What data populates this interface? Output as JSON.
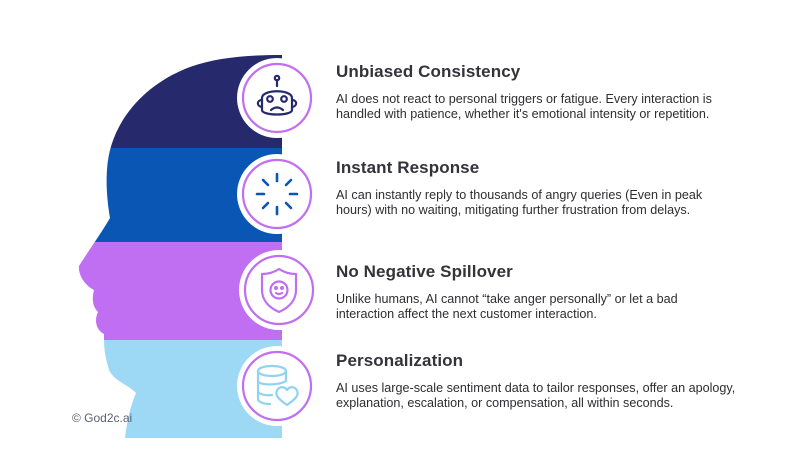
{
  "features": [
    {
      "title": "Unbiased Consistency",
      "description": "AI does not react to personal triggers or fatigue. Every interaction is handled with patience, whether it's emotional intensity or repetition.",
      "icon": "robot-icon",
      "band_color": "#26296b"
    },
    {
      "title": "Instant Response",
      "description": "AI can instantly reply to thousands of angry queries (Even in peak hours) with no waiting, mitigating further frustration from delays.",
      "icon": "loading-spinner-icon",
      "band_color": "#0a56b4"
    },
    {
      "title": "No Negative Spillover",
      "description": "Unlike humans, AI cannot “take anger personally” or let a bad interaction affect the next customer interaction.",
      "icon": "shield-face-icon",
      "band_color": "#c06ef2"
    },
    {
      "title": "Personalization",
      "description": "AI uses large-scale sentiment data to tailor responses, offer an apology, explanation, escalation, or compensation, all within seconds.",
      "icon": "database-heart-icon",
      "band_color": "#9dd8f5"
    }
  ],
  "copyright": "© God2c.ai"
}
